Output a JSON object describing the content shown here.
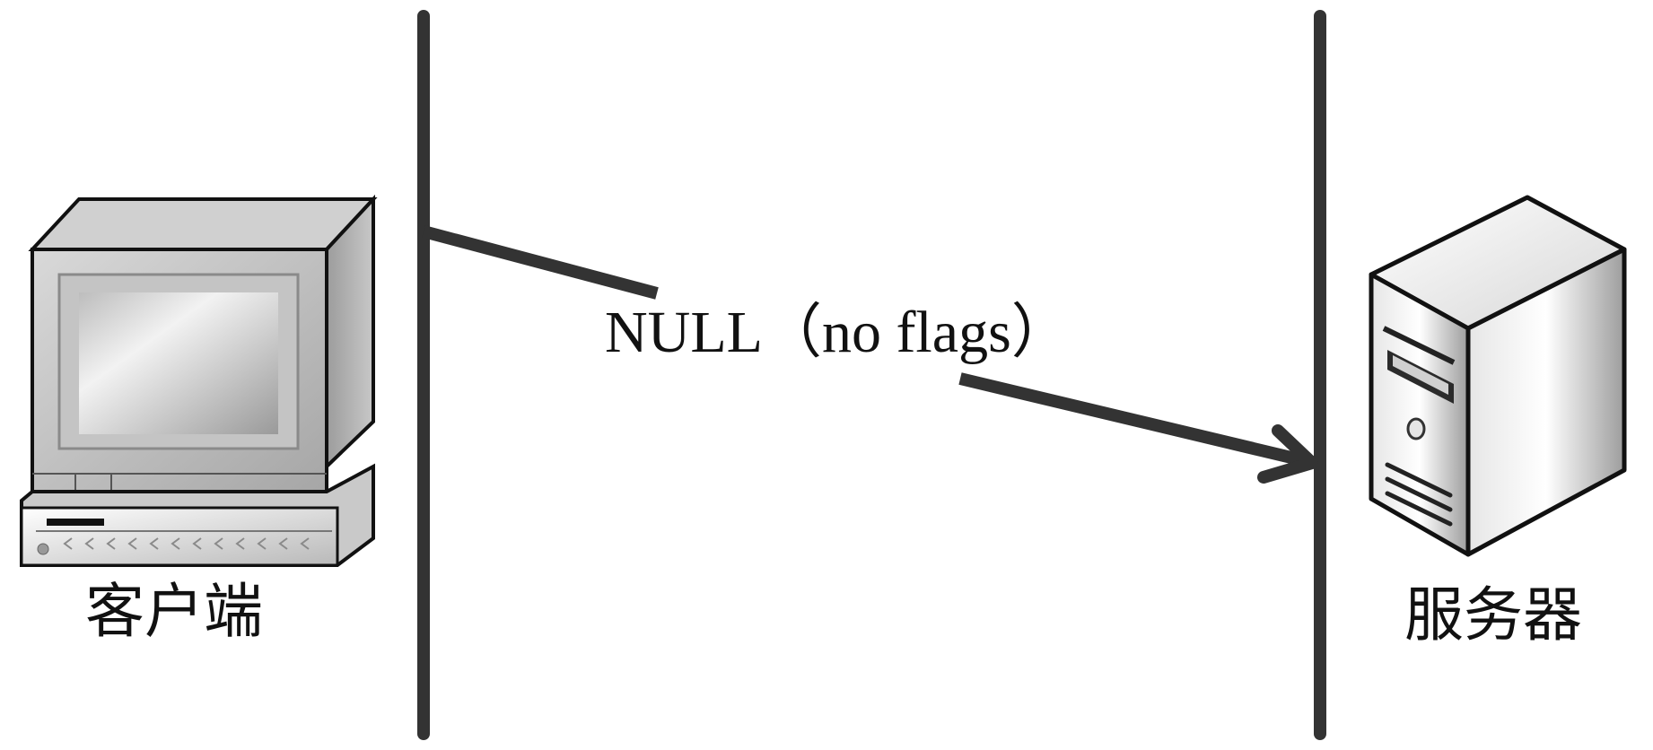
{
  "client": {
    "label": "客户端",
    "icon": "desktop-computer-icon"
  },
  "server": {
    "label": "服务器",
    "icon": "tower-server-icon"
  },
  "message": {
    "text": "NULL（no flags）",
    "direction": "client-to-server"
  },
  "colors": {
    "line": "#333333",
    "text": "#111111",
    "background": "#ffffff"
  }
}
